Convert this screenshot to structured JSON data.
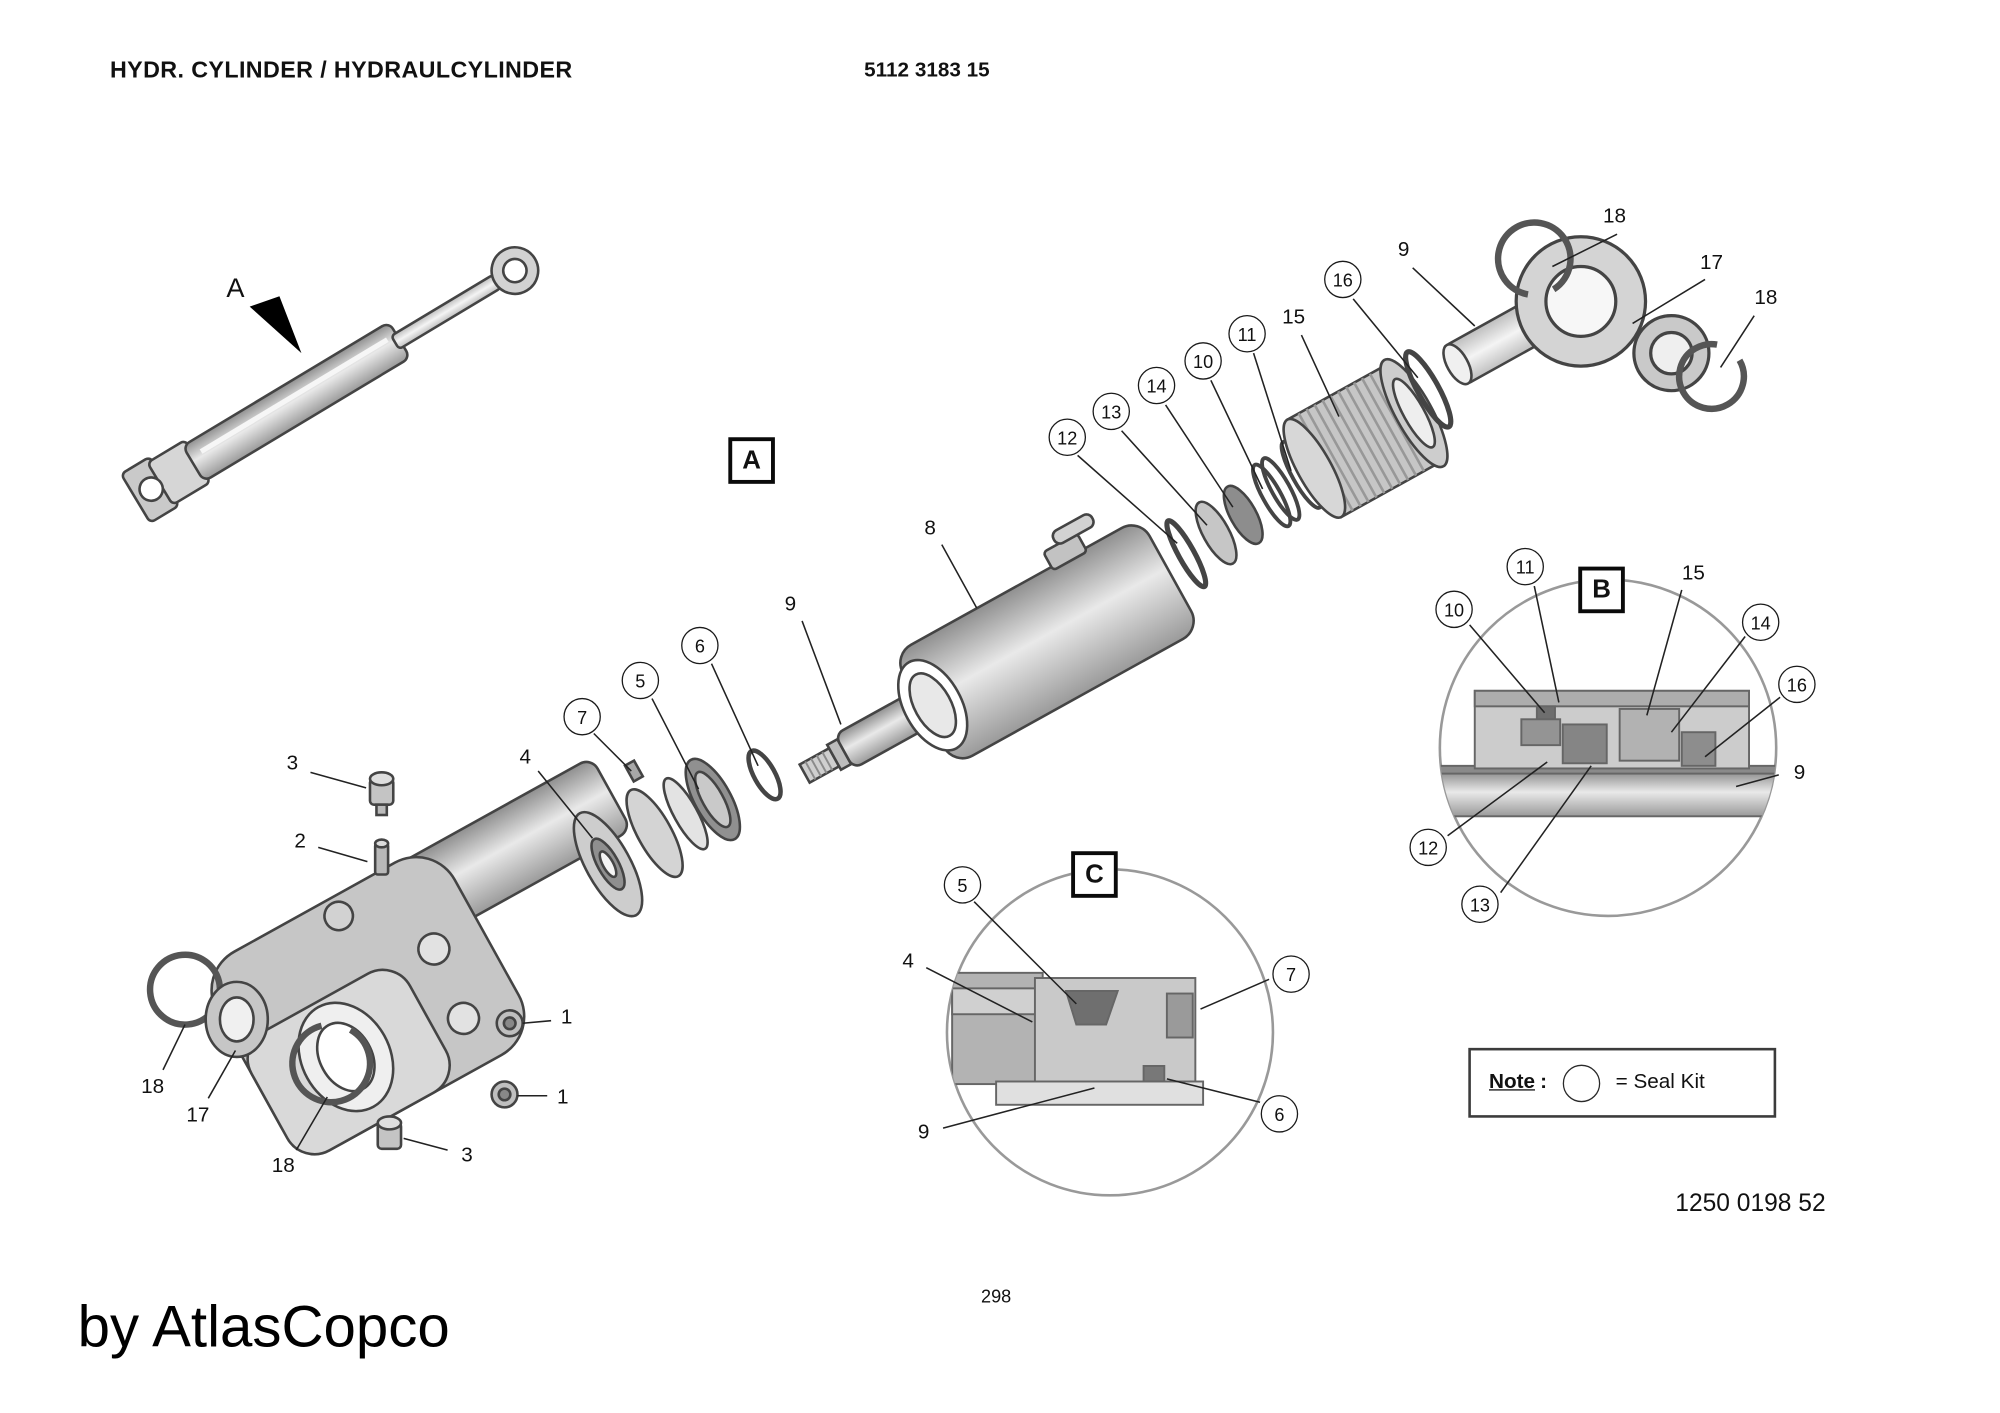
{
  "header": {
    "title": "HYDR. CYLINDER / HYDRAULCYLINDER",
    "part_number": "5112 3183 15"
  },
  "sections": {
    "assembled_pointer": "A",
    "a": "A",
    "b": "B",
    "c": "C"
  },
  "callouts": {
    "main_3_top": "3",
    "main_2": "2",
    "main_4": "4",
    "main_7": "7",
    "main_5": "5",
    "main_6": "6",
    "main_9_rod": "9",
    "main_8": "8",
    "main_12": "12",
    "main_13": "13",
    "main_14": "14",
    "main_10": "10",
    "main_11": "11",
    "main_15": "15",
    "main_16": "16",
    "main_9_top": "9",
    "main_18_left": "18",
    "main_17": "17",
    "main_18_right": "18",
    "clevis_18_a": "18",
    "clevis_17": "17",
    "clevis_18_b": "18",
    "clevis_3": "3",
    "clevis_1_a": "1",
    "clevis_1_b": "1",
    "b_10": "10",
    "b_11": "11",
    "b_15": "15",
    "b_14": "14",
    "b_16": "16",
    "b_9": "9",
    "b_12": "12",
    "b_13": "13",
    "c_5": "5",
    "c_4": "4",
    "c_7": "7",
    "c_6": "6",
    "c_9": "9"
  },
  "note": {
    "word": "Note",
    "colon": ":",
    "legend": "= Seal Kit"
  },
  "footer": {
    "drawing_number": "1250 0198 52",
    "page_number": "298",
    "brand": "by AtlasCopco"
  }
}
